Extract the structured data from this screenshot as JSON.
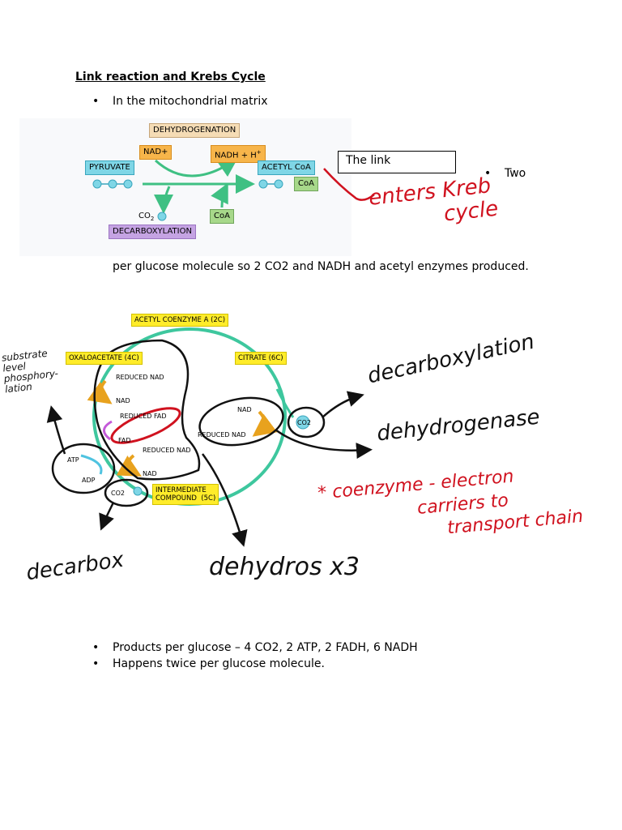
{
  "title": "Link reaction and Krebs Cycle",
  "bullets_top": [
    "In the mitochondrial matrix"
  ],
  "link_diagram": {
    "dehydrogenation": "DEHYDROGENATION",
    "nad_plus": "NAD+",
    "nadh": "NADH + H",
    "nadh_sup": "+",
    "pyruvate": "PYRUVATE",
    "acetyl_coa": "ACETYL CoA",
    "coa_right": "CoA",
    "coa_bottom": "CoA",
    "co2": "CO",
    "co2_sub": "2",
    "decarboxylation": "DECARBOXYLATION"
  },
  "textbox": "The link",
  "side_bullet": "Two",
  "handwritten_red_top": [
    "enters Kreb",
    "cycle"
  ],
  "paragraph": "per glucose molecule so 2 CO2 and NADH and acetyl enzymes produced.",
  "krebs_diagram": {
    "acetyl": "ACETYL  COENZYME  A  (2C)",
    "oxaloacetate": "OXALOACETATE  (4C)",
    "citrate": "CITRATE  (6C)",
    "intermediate": "INTERMEDIATE\nCOMPOUND  (5C)",
    "reduced_nad_1": "REDUCED  NAD",
    "nad_1": "NAD",
    "reduced_fad": "REDUCED  FAD",
    "fad": "FAD",
    "reduced_nad_2": "REDUCED  NAD",
    "nad_2": "NAD",
    "nad_right": "NAD",
    "reduced_nad_right": "REDUCED  NAD",
    "co2_right": "CO2",
    "atp": "ATP",
    "adp": "ADP",
    "co2_bottom": "CO2"
  },
  "handwritten_black": {
    "substrate": [
      "substrate",
      "level",
      "phosphory-",
      "lation"
    ],
    "decarboxylation": "decarboxylation",
    "dehydrogenase": "dehydrogenase",
    "decarbox": "decarbox",
    "dehydros": "dehydros x3"
  },
  "handwritten_red_mid": [
    "* coenzyme - electron",
    "carriers to",
    "transport chain"
  ],
  "bullets_bottom": [
    "Products per glucose – 4 CO2, 2 ATP, 2 FADH, 6 NADH",
    "Happens twice per glucose molecule."
  ],
  "colors": {
    "cycle": "#3ec79e",
    "red_ink": "#d0121f",
    "black_ink": "#111111"
  }
}
